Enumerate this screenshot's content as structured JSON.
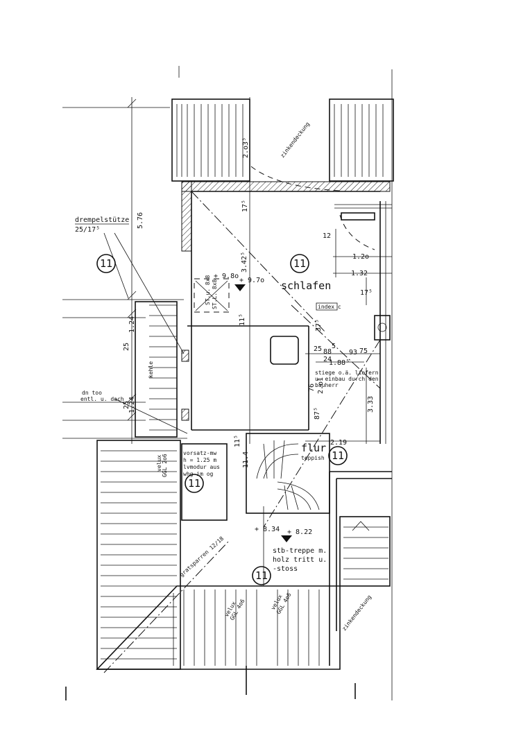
{
  "rooms": {
    "schlafen": "schlafen",
    "flur": "flur",
    "teppish": "teppish"
  },
  "markers": {
    "m1": "11",
    "m2": "11",
    "m3": "11",
    "m4": "11",
    "m5": "11"
  },
  "labels": {
    "drempel_title": "drempelstütze",
    "drempel_dim": "25/17⁵",
    "zink_top": "zinkendeckung",
    "zink_bottom": "zinkendeckung",
    "index": "index c",
    "stiege_1": "stiege o.ä. liefern",
    "stiege_2": "u. einbau durch den",
    "stiege_3": "bauherr",
    "vorsatz_1": "vorsatz-mw",
    "vorsatz_2": "h = 1.25 m",
    "vorsatz_3": "lvmodur aus",
    "vorsatz_4": "whg im og",
    "dn_1": "dn too",
    "dn_2": "entl. u. dach",
    "kehle": "kehle",
    "velux_a1": "velux",
    "velux_a2": "GGL 2o6",
    "velux_b1": "velux",
    "velux_b2": "GGL 4o6",
    "velux_c1": "velux",
    "velux_c2": "GGL 4o6",
    "gratsparren": "gratsparren 12/18",
    "stb_1": "stb-treppe m.",
    "stb_2": "holz tritt u.",
    "stb_3": "-stoss",
    "kamin": "ST.u. 8x8",
    "kamin2": "ST.L. 8x8"
  },
  "dimensions": {
    "d_576": "5.76",
    "d_124a": "1.24",
    "d_25": "25",
    "d_124b": "1.24",
    "d_25b": "25",
    "d_2035": "2.o3⁵",
    "d_175": "17⁵",
    "d_3425": "3.42⁵",
    "d_115": "11⁵",
    "d_12": "12",
    "d_120": "1.2o",
    "d_132": "1.32",
    "d_175b": "17⁵",
    "d_3775": "37⁵",
    "d_25c": "25",
    "d_88": "88",
    "d_5": "5",
    "d_93": "93",
    "d_75": "75",
    "d_24": "24",
    "d_188": "1.88⁵",
    "d_76": "76",
    "d_201": "2.o1",
    "d_875": "87⁵",
    "d_333": "3.33",
    "d_219": "2.19",
    "d_115b": "11⁵",
    "d_114": "11.4",
    "elev_980": "+ 9.8o",
    "elev_970": "+ 9.7o",
    "elev_834": "+ 8.34",
    "elev_822": "+ 8.22"
  }
}
